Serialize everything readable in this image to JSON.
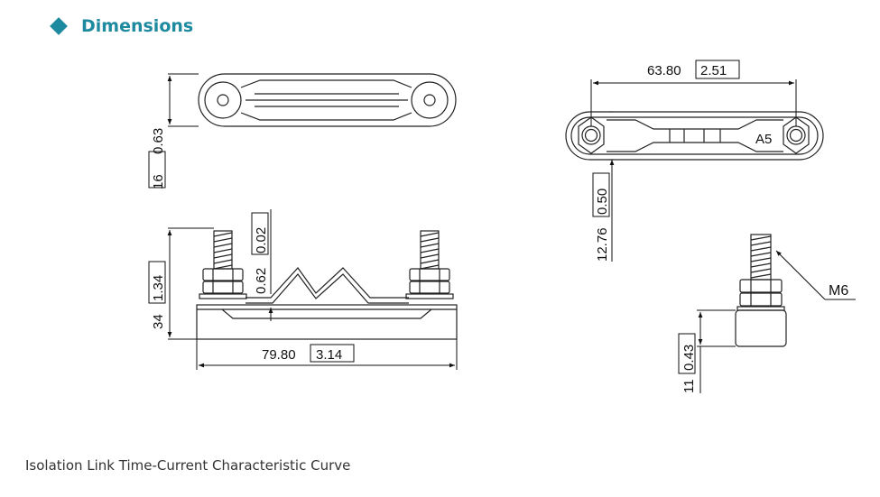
{
  "section": {
    "icon": "diamond-bullet-icon",
    "title": "Dimensions",
    "accent_color": "#1e8aa0"
  },
  "dimensions": {
    "top_height": {
      "mm": "16",
      "in": "0.63"
    },
    "side_height": {
      "mm": "34",
      "in": "1.34"
    },
    "bend_thickness": {
      "mm": "0.62",
      "in": "0.02"
    },
    "side_length": {
      "mm": "79.80",
      "in": "3.14"
    },
    "right_length": {
      "mm": "63.80",
      "in": "2.51"
    },
    "right_height": {
      "mm": "12.76",
      "in": "0.50"
    },
    "nut_height": {
      "mm": "11",
      "in": "0.43"
    }
  },
  "labels": {
    "marking": "A5",
    "thread": "M6"
  },
  "caption": "Isolation Link Time-Current Characteristic Curve"
}
